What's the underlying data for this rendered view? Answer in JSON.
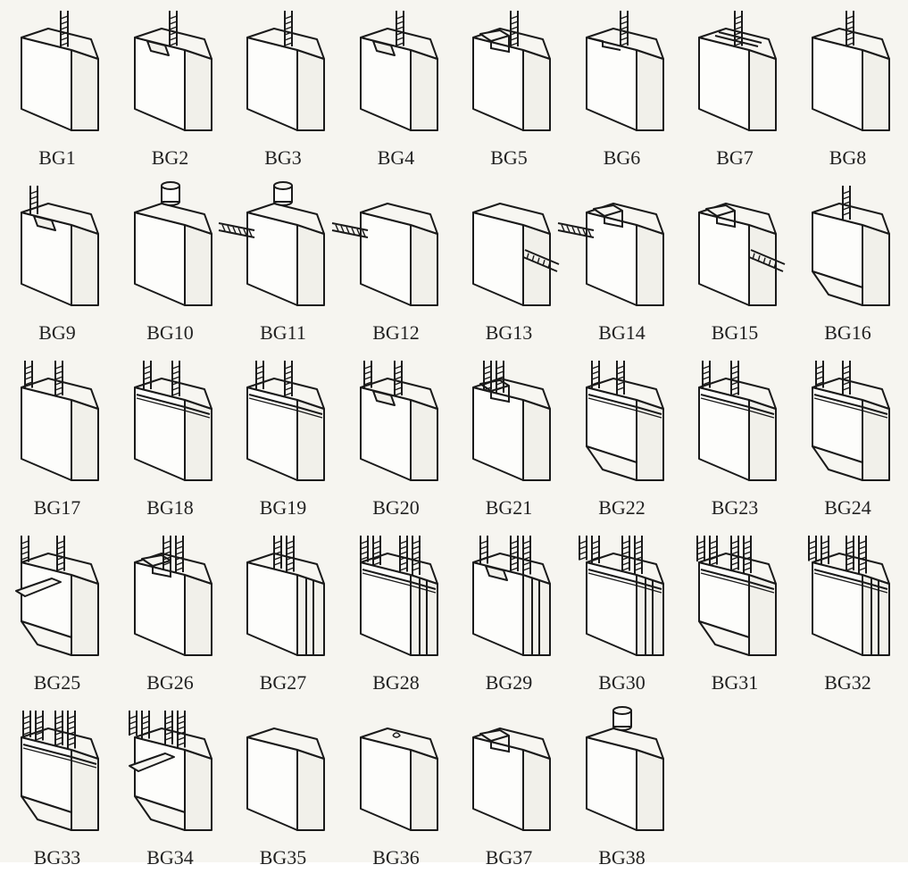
{
  "items": [
    {
      "label": "BG1",
      "variant": "plain",
      "wires": [
        [
          "top",
          70
        ]
      ]
    },
    {
      "label": "BG2",
      "variant": "notch-top",
      "wires": [
        [
          "top",
          65
        ]
      ]
    },
    {
      "label": "BG3",
      "variant": "plain",
      "wires": [
        [
          "top",
          68
        ]
      ]
    },
    {
      "label": "BG4",
      "variant": "notch-top",
      "wires": [
        [
          "top",
          66
        ]
      ]
    },
    {
      "label": "BG5",
      "variant": "step-top",
      "wires": [
        [
          "top",
          68
        ]
      ]
    },
    {
      "label": "BG6",
      "variant": "step-side",
      "wires": [
        [
          "top",
          64
        ]
      ]
    },
    {
      "label": "BG7",
      "variant": "groove-top",
      "wires": [
        [
          "top",
          66
        ]
      ]
    },
    {
      "label": "BG8",
      "variant": "plain",
      "wires": [
        [
          "top",
          64
        ]
      ]
    },
    {
      "label": "BG9",
      "variant": "notch-top",
      "wires": [
        [
          "top",
          36
        ]
      ]
    },
    {
      "label": "BG10",
      "variant": "plain",
      "cap": true,
      "wires": []
    },
    {
      "label": "BG11",
      "variant": "plain",
      "cap": true,
      "wires": [
        [
          "side",
          0
        ]
      ]
    },
    {
      "label": "BG12",
      "variant": "plain",
      "wires": [
        [
          "side",
          0
        ]
      ]
    },
    {
      "label": "BG13",
      "variant": "plain",
      "wires": [
        [
          "front",
          0
        ]
      ]
    },
    {
      "label": "BG14",
      "variant": "step-top",
      "wires": [
        [
          "side",
          0
        ]
      ]
    },
    {
      "label": "BG15",
      "variant": "step-top",
      "wires": [
        [
          "front",
          0
        ]
      ]
    },
    {
      "label": "BG16",
      "variant": "bevel",
      "wires": [
        [
          "top",
          60
        ]
      ]
    },
    {
      "label": "BG17",
      "variant": "plain",
      "wires": [
        [
          "top",
          30
        ],
        [
          "top",
          64
        ]
      ]
    },
    {
      "label": "BG18",
      "variant": "chamfer",
      "wires": [
        [
          "top",
          36
        ],
        [
          "top",
          68
        ]
      ]
    },
    {
      "label": "BG19",
      "variant": "chamfer",
      "wires": [
        [
          "top",
          36
        ],
        [
          "top",
          68
        ]
      ]
    },
    {
      "label": "BG20",
      "variant": "notch-top",
      "wires": [
        [
          "top",
          30
        ],
        [
          "top",
          64
        ]
      ]
    },
    {
      "label": "BG21",
      "variant": "step-top",
      "wires": [
        [
          "top",
          38
        ],
        [
          "top",
          52
        ]
      ]
    },
    {
      "label": "BG22",
      "variant": "chamfer-bevel",
      "wires": [
        [
          "top",
          32
        ],
        [
          "top",
          60
        ]
      ]
    },
    {
      "label": "BG23",
      "variant": "chamfer",
      "wires": [
        [
          "top",
          30
        ],
        [
          "top",
          62
        ]
      ]
    },
    {
      "label": "BG24",
      "variant": "chamfer-bevel",
      "wires": [
        [
          "top",
          30
        ],
        [
          "top",
          60
        ]
      ]
    },
    {
      "label": "BG25",
      "variant": "tab-bevel",
      "wires": [
        [
          "top",
          26
        ],
        [
          "top",
          66
        ]
      ]
    },
    {
      "label": "BG26",
      "variant": "step-top",
      "wires": [
        [
          "top",
          58
        ],
        [
          "top",
          72
        ]
      ]
    },
    {
      "label": "BG27",
      "variant": "split",
      "wires": [
        [
          "top",
          56
        ],
        [
          "top",
          70
        ]
      ]
    },
    {
      "label": "BG28",
      "variant": "split-chamfer",
      "wires": [
        [
          "top",
          26
        ],
        [
          "top",
          40
        ],
        [
          "top",
          70
        ],
        [
          "top",
          84
        ]
      ]
    },
    {
      "label": "BG29",
      "variant": "split-notch",
      "wires": [
        [
          "top",
          34
        ],
        [
          "top",
          68
        ],
        [
          "top",
          82
        ]
      ]
    },
    {
      "label": "BG30",
      "variant": "split-chamfer",
      "wires": [
        [
          "top",
          18
        ],
        [
          "top",
          32
        ],
        [
          "top",
          66
        ],
        [
          "top",
          80
        ]
      ]
    },
    {
      "label": "BG31",
      "variant": "chamfer-bevel",
      "wires": [
        [
          "top",
          24
        ],
        [
          "top",
          38
        ],
        [
          "top",
          62
        ],
        [
          "top",
          76
        ]
      ]
    },
    {
      "label": "BG32",
      "variant": "split-chamfer",
      "wires": [
        [
          "top",
          22
        ],
        [
          "top",
          36
        ],
        [
          "top",
          64
        ],
        [
          "top",
          78
        ]
      ]
    },
    {
      "label": "BG33",
      "variant": "chamfer-bevel",
      "wires": [
        [
          "top",
          28
        ],
        [
          "top",
          42
        ],
        [
          "top",
          64
        ],
        [
          "top",
          78
        ]
      ]
    },
    {
      "label": "BG34",
      "variant": "tab-bevel",
      "wires": [
        [
          "top",
          20
        ],
        [
          "top",
          34
        ],
        [
          "top",
          60
        ],
        [
          "top",
          74
        ]
      ]
    },
    {
      "label": "BG35",
      "variant": "plain",
      "wires": []
    },
    {
      "label": "BG36",
      "variant": "plain",
      "mark": true,
      "wires": []
    },
    {
      "label": "BG37",
      "variant": "step-top",
      "wires": []
    },
    {
      "label": "BG38",
      "variant": "plain",
      "cap": true,
      "wires": []
    }
  ]
}
